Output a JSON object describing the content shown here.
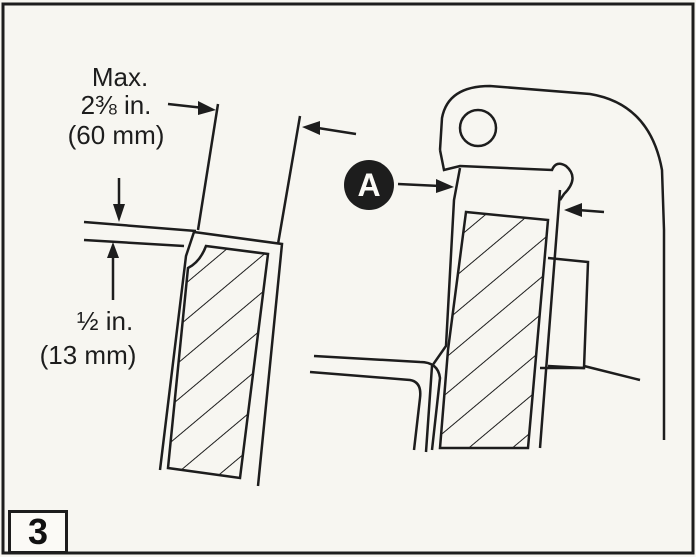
{
  "labels": {
    "max": "Max.",
    "max_in": "2⅜ in.",
    "max_mm": "(60 mm)",
    "half_in": "½ in.",
    "half_mm": "(13 mm)",
    "callout": "A",
    "step": "3"
  },
  "colors": {
    "ink": "#1d1d1d",
    "paper": "#f7f6f1"
  }
}
